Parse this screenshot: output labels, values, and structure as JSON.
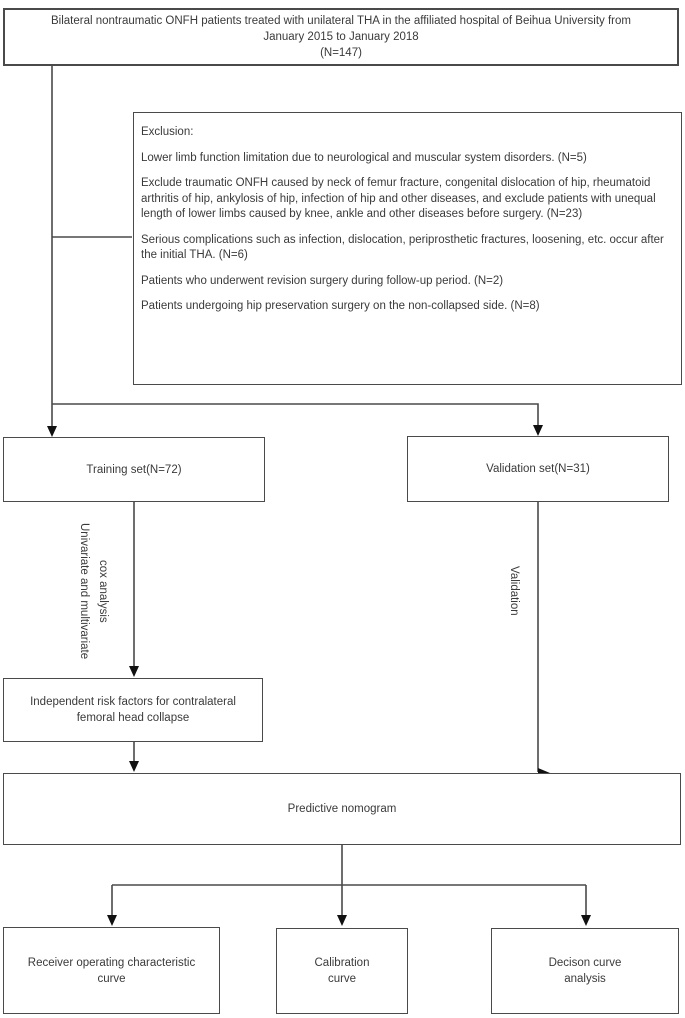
{
  "figure": {
    "background": "#ffffff",
    "line_color": "#4a4a4a",
    "arrow_color": "#111111",
    "text_color": "#3a3a3a"
  },
  "boxes": {
    "population": {
      "line1": "Bilateral nontraumatic ONFH patients treated with unilateral THA in the affiliated hospital of Beihua University from",
      "line2": "January 2015 to January 2018",
      "line3": "(N=147)"
    },
    "exclusion": {
      "heading": "Exclusion:",
      "items": [
        "Lower limb function limitation due to neurological and muscular system disorders. (N=5)",
        "Exclude traumatic ONFH caused by neck of femur fracture, congenital dislocation of hip, rheumatoid arthritis of hip, ankylosis of hip, infection of hip and other diseases, and exclude patients with unequal length of lower limbs caused by knee, ankle and other diseases before surgery. (N=23)",
        "Serious complications such as infection, dislocation, periprosthetic fractures, loosening, etc. occur after the initial THA. (N=6)",
        "Patients who underwent revision surgery during follow-up period. (N=2)",
        "Patients undergoing hip preservation surgery on the non-collapsed side. (N=8)"
      ]
    },
    "training": {
      "label": "Training set(N=72)"
    },
    "validation": {
      "label": "Validation set(N=31)"
    },
    "risk_factors": {
      "line1": "Independent risk factors for contralateral",
      "line2": "femoral head collapse"
    },
    "nomogram": {
      "label": "Predictive nomogram"
    },
    "roc": {
      "line1": "Receiver operating characteristic",
      "line2": "curve"
    },
    "calibration": {
      "line1": "Calibration",
      "line2": "curve"
    },
    "decision": {
      "line1": "Decison curve",
      "line2": "analysis"
    }
  },
  "edge_labels": {
    "training_to_risk": {
      "line1": "Univariate and multivariate",
      "line2": "cox analysis"
    },
    "validation_to_nomogram": "Validation"
  }
}
